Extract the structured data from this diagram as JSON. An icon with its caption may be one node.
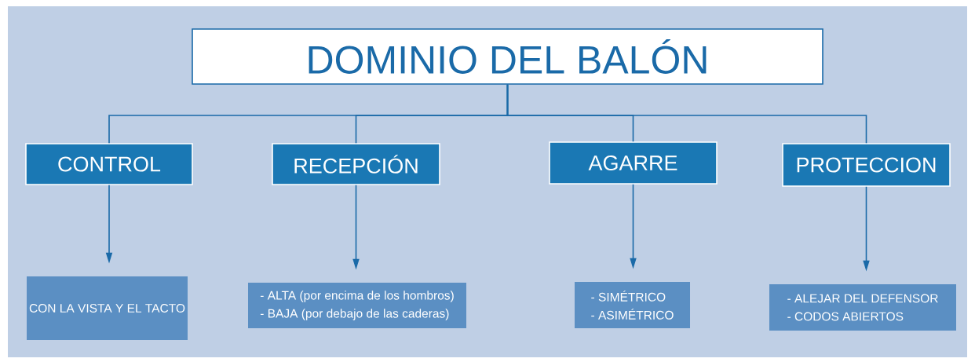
{
  "diagram": {
    "nodes": [
      {
        "text": [
          "DOMINIO DEL BALÓN"
        ]
      },
      {
        "text": [
          "CONTROL"
        ]
      },
      {
        "text": [
          "RECEPCIÓN"
        ]
      },
      {
        "text": [
          "AGARRE"
        ]
      },
      {
        "text": [
          "PROTECCION"
        ]
      },
      {
        "text": [
          "CON LA VISTA Y EL TACTO"
        ]
      },
      {
        "text": [
          "- ALTA (por encima de los hombros)",
          "- BAJA (por debajo de las caderas)"
        ]
      },
      {
        "text": [
          "- SIMÉTRICO",
          "- ASIMÉTRICO"
        ]
      },
      {
        "text": [
          "- ALEJAR DEL DEFENSOR",
          "- CODOS ABIERTOS"
        ]
      }
    ],
    "edges": [
      {
        "from": 0,
        "to": 1,
        "arrow": "none"
      },
      {
        "from": 0,
        "to": 2,
        "arrow": "none"
      },
      {
        "from": 0,
        "to": 3,
        "arrow": "none"
      },
      {
        "from": 0,
        "to": 4,
        "arrow": "none"
      },
      {
        "from": 1,
        "to": 5,
        "arrow": "to"
      },
      {
        "from": 2,
        "to": 6,
        "arrow": "to"
      },
      {
        "from": 3,
        "to": 7,
        "arrow": "to"
      },
      {
        "from": 4,
        "to": 8,
        "arrow": "to"
      }
    ]
  }
}
